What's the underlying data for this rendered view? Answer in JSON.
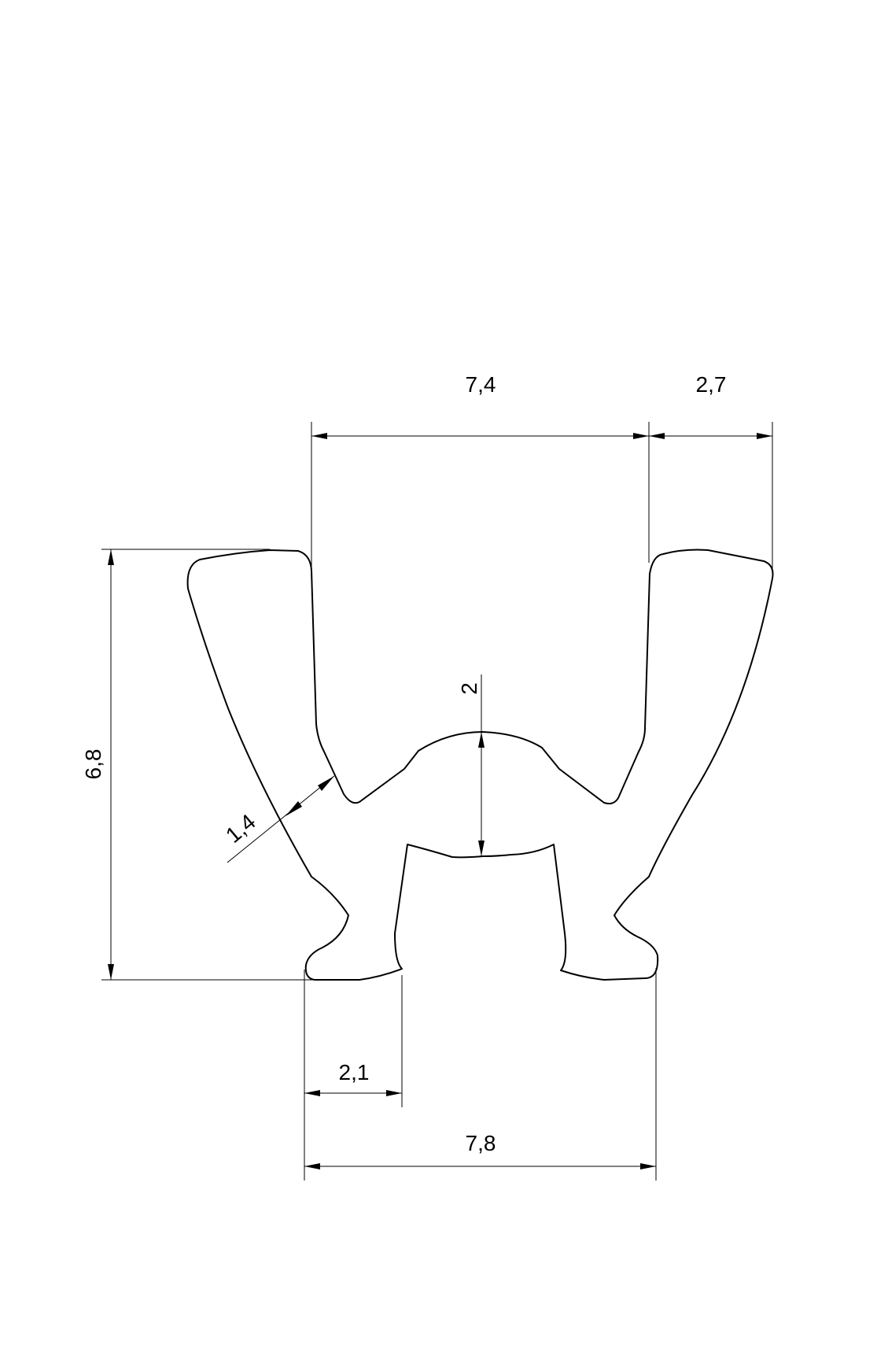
{
  "drawing": {
    "title": "Profile cross-section",
    "dimensions": {
      "top_inner_width": "7,4",
      "wing_width": "2,7",
      "overall_height": "6,8",
      "center_thickness": "2",
      "wall_thickness": "1,4",
      "foot_width": "2,1",
      "base_width": "7,8"
    },
    "colors": {
      "line": "#000000",
      "background": "#ffffff"
    }
  }
}
